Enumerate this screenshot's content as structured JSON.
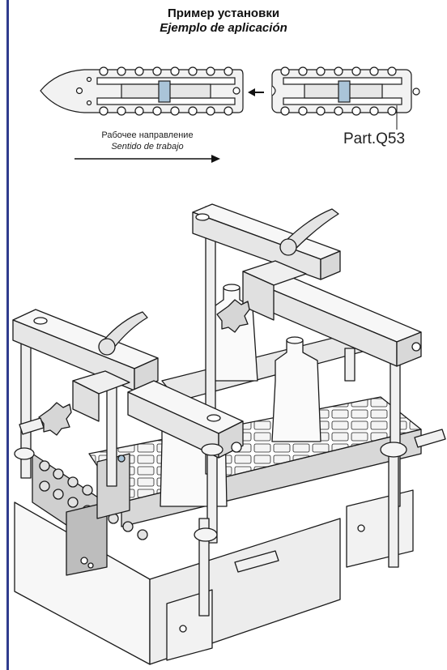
{
  "title": {
    "ru": "Пример установки",
    "es": "Ejemplo de aplicación"
  },
  "direction": {
    "ru": "Рабочее направление",
    "es": "Sentido de trabajo"
  },
  "part_label": "Part.Q53",
  "colors": {
    "rule": "#2f3c8e",
    "line": "#1a1a1a",
    "fill_light": "#f2f2f2",
    "fill_mid": "#bdbdbd",
    "accent_blue": "#aac4d8"
  }
}
